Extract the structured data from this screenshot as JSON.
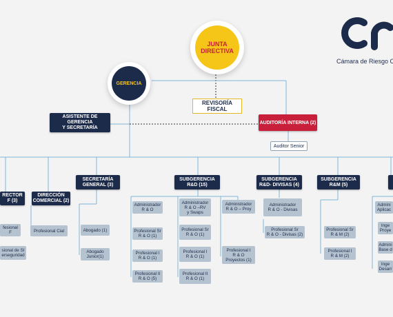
{
  "logo": {
    "mark": "cr",
    "caption": "Cámara de Riesgo C",
    "color": "#1d2b4a"
  },
  "top": {
    "junta": "JUNTA\nDIRECTIVA",
    "gerencia": "GERENCIA",
    "revisoria": "REVISORÍA FISCAL",
    "asistente": "ASISTENTE DE GERENCIA\nY SECRETARÍA",
    "auditoria": "AUDITORÍA INTERNA (2)",
    "auditor_senior": "Auditor Senior"
  },
  "units": {
    "director": "RECTOR\nF (3)",
    "comercial": "DIRECCIÓN\nCOMERCIAL (2)",
    "secretaria": "SECRETARÍA\nGENERAL (3)",
    "rd": "SUBGERENCIA\nR&D (15)",
    "divisas": "SUBGERENCIA\nR&D- DIVISAS (4)",
    "rm": "SUBGERENCIA\nR&M (5)"
  },
  "staff": {
    "director_items": [
      "fesional\nF",
      "sional de SI\nerseguridad"
    ],
    "comercial_items": [
      "Profesional Cial"
    ],
    "secretaria_items": [
      "Abogado (1)",
      "Abogado\nJunior(1)"
    ],
    "rd_col1": [
      "Administrador\nR & O",
      "Profesional Sr\nR & O (1)",
      "Profesional I\nR & O (1)",
      "Profesional II\nR & O (5)"
    ],
    "rd_col2": [
      "Administrador\nR & O –RV\ny Swaps",
      "Profesional Sr\nR & O (1)",
      "Profesional I\nR & O (1)",
      "Profesional II\nR & O (1)"
    ],
    "rd_col3": [
      "Administrador\nR & O – Proy",
      "Profesional I\nR & O\nProyectos (1)"
    ],
    "divisas_items": [
      "Administrador\nR & O - Divisas",
      "Profesional Sr\nR & O - Divisas (2)"
    ],
    "rm_items": [
      "Profesional Sr\nR & M (2)",
      "Profesional I\nR & M (2)"
    ],
    "right_items": [
      "Admini\nAplicac",
      "Inge\nProye",
      "Admini\nBase d",
      "Inge\nDesarr"
    ]
  },
  "colors": {
    "navy": "#1d2b4a",
    "light": "#b4c3cf",
    "red": "#c8203a",
    "yellow": "#f5c518",
    "line": "#7fb4d6"
  }
}
